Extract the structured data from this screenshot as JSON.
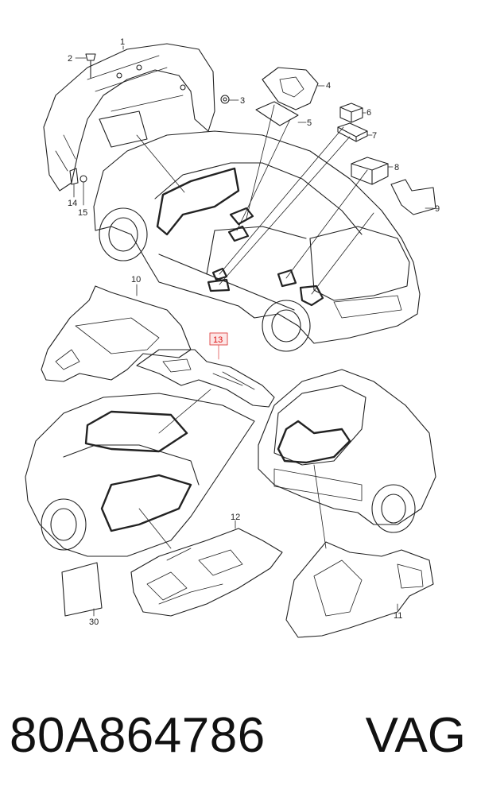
{
  "diagram": {
    "callouts": [
      "1",
      "2",
      "3",
      "4",
      "5",
      "6",
      "7",
      "8",
      "9",
      "10",
      "11",
      "12",
      "13",
      "14",
      "15",
      "30"
    ],
    "highlighted_callout": "13"
  },
  "footer": {
    "part_number": "80A864786",
    "brand": "VAG"
  },
  "colors": {
    "line": "#222222",
    "highlight": "#e05050",
    "highlight_fill": "#fde6e6"
  }
}
